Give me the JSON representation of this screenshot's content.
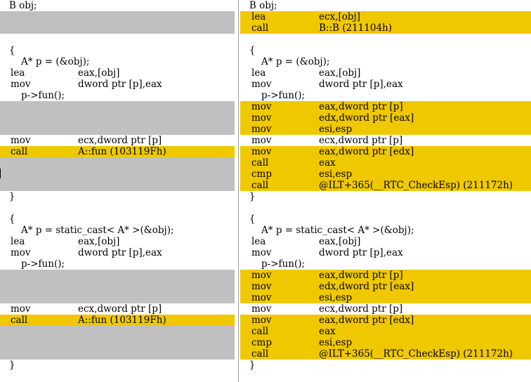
{
  "left_pane": {
    "rows": [
      {
        "kind": "src",
        "text": "   B obj;"
      },
      {
        "kind": "gap"
      },
      {
        "kind": "gap"
      },
      {
        "kind": "blank"
      },
      {
        "kind": "src",
        "text": "   {"
      },
      {
        "kind": "src",
        "text": "       A* p = (&obj);"
      },
      {
        "kind": "asm",
        "mn": "lea",
        "op": "eax,[obj]"
      },
      {
        "kind": "asm",
        "mn": "mov",
        "op": "dword ptr [p],eax"
      },
      {
        "kind": "src",
        "text": "       p->fun();"
      },
      {
        "kind": "gap"
      },
      {
        "kind": "gap"
      },
      {
        "kind": "gap"
      },
      {
        "kind": "asm",
        "mn": "mov",
        "op": "ecx,dword ptr [p]"
      },
      {
        "kind": "asm",
        "mn": "call",
        "op": "A::fun (103119Fh)",
        "changed": true
      },
      {
        "kind": "gap"
      },
      {
        "kind": "gap",
        "caret": true
      },
      {
        "kind": "gap"
      },
      {
        "kind": "src",
        "text": "   }"
      },
      {
        "kind": "blank"
      },
      {
        "kind": "src",
        "text": "   {"
      },
      {
        "kind": "src",
        "text": "       A* p = static_cast< A* >(&obj);"
      },
      {
        "kind": "asm",
        "mn": "lea",
        "op": "eax,[obj]"
      },
      {
        "kind": "asm",
        "mn": "mov",
        "op": "dword ptr [p],eax"
      },
      {
        "kind": "src",
        "text": "       p->fun();"
      },
      {
        "kind": "gap"
      },
      {
        "kind": "gap"
      },
      {
        "kind": "gap"
      },
      {
        "kind": "asm",
        "mn": "mov",
        "op": "ecx,dword ptr [p]"
      },
      {
        "kind": "asm",
        "mn": "call",
        "op": "A::fun (103119Fh)",
        "changed": true
      },
      {
        "kind": "gap"
      },
      {
        "kind": "gap"
      },
      {
        "kind": "gap"
      },
      {
        "kind": "src",
        "text": "   }"
      },
      {
        "kind": "blank"
      }
    ]
  },
  "right_pane": {
    "rows": [
      {
        "kind": "src",
        "text": "   B obj;"
      },
      {
        "kind": "asm",
        "mn": "lea",
        "op": "ecx,[obj]",
        "changed": true
      },
      {
        "kind": "asm",
        "mn": "call",
        "op": "B::B (211104h)",
        "changed": true
      },
      {
        "kind": "blank"
      },
      {
        "kind": "src",
        "text": "   {"
      },
      {
        "kind": "src",
        "text": "       A* p = (&obj);"
      },
      {
        "kind": "asm",
        "mn": "lea",
        "op": "eax,[obj]"
      },
      {
        "kind": "asm",
        "mn": "mov",
        "op": "dword ptr [p],eax"
      },
      {
        "kind": "src",
        "text": "       p->fun();"
      },
      {
        "kind": "asm",
        "mn": "mov",
        "op": "eax,dword ptr [p]",
        "changed": true
      },
      {
        "kind": "asm",
        "mn": "mov",
        "op": "edx,dword ptr [eax]",
        "changed": true
      },
      {
        "kind": "asm",
        "mn": "mov",
        "op": "esi,esp",
        "changed": true
      },
      {
        "kind": "asm",
        "mn": "mov",
        "op": "ecx,dword ptr [p]"
      },
      {
        "kind": "asm",
        "mn": "mov",
        "op": "eax,dword ptr [edx]",
        "changed": true
      },
      {
        "kind": "asm",
        "mn": "call",
        "op": "eax",
        "changed": true
      },
      {
        "kind": "asm",
        "mn": "cmp",
        "op": "esi,esp",
        "changed": true
      },
      {
        "kind": "asm",
        "mn": "call",
        "op": "@ILT+365(__RTC_CheckEsp) (211172h)",
        "changed": true
      },
      {
        "kind": "src",
        "text": "   }"
      },
      {
        "kind": "blank"
      },
      {
        "kind": "src",
        "text": "   {"
      },
      {
        "kind": "src",
        "text": "       A* p = static_cast< A* >(&obj);"
      },
      {
        "kind": "asm",
        "mn": "lea",
        "op": "eax,[obj]"
      },
      {
        "kind": "asm",
        "mn": "mov",
        "op": "dword ptr [p],eax"
      },
      {
        "kind": "src",
        "text": "       p->fun();"
      },
      {
        "kind": "asm",
        "mn": "mov",
        "op": "eax,dword ptr [p]",
        "changed": true
      },
      {
        "kind": "asm",
        "mn": "mov",
        "op": "edx,dword ptr [eax]",
        "changed": true
      },
      {
        "kind": "asm",
        "mn": "mov",
        "op": "esi,esp",
        "changed": true
      },
      {
        "kind": "asm",
        "mn": "mov",
        "op": "ecx,dword ptr [p]"
      },
      {
        "kind": "asm",
        "mn": "mov",
        "op": "eax,dword ptr [edx]",
        "changed": true
      },
      {
        "kind": "asm",
        "mn": "call",
        "op": "eax",
        "changed": true
      },
      {
        "kind": "asm",
        "mn": "cmp",
        "op": "esi,esp",
        "changed": true
      },
      {
        "kind": "asm",
        "mn": "call",
        "op": "@ILT+365(__RTC_CheckEsp) (211172h)",
        "changed": true
      },
      {
        "kind": "src",
        "text": "   }"
      },
      {
        "kind": "blank"
      }
    ]
  },
  "colors": {
    "changed": "#f0c800",
    "gap": "#c0c0c0",
    "background": "#ffffff"
  }
}
